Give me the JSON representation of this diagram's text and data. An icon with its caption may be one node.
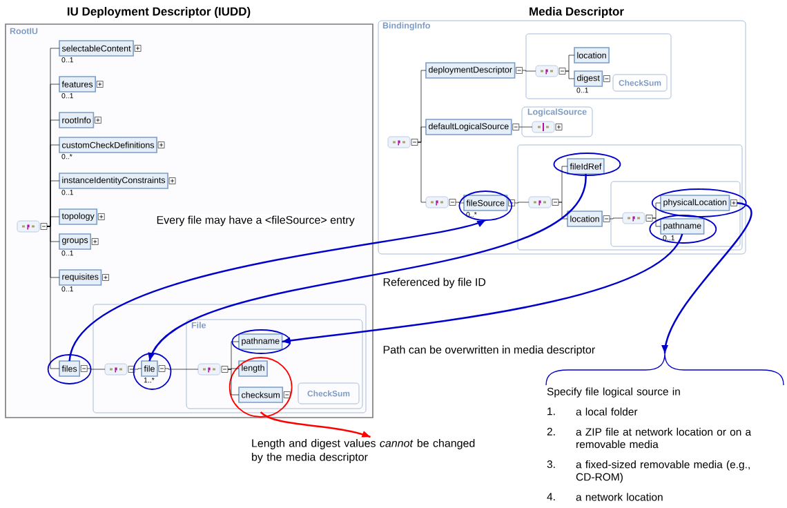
{
  "diagram": {
    "nodes": [
      {
        "text": [
          "IU Deployment Descriptor (IUDD)",
          "RootIU"
        ]
      },
      {
        "text": [],
        "shape": "box",
        "in": 0
      },
      {
        "text": [
          "selectableContent"
        ],
        "beside": [
          "0..1"
        ],
        "in": 0
      },
      {
        "text": [
          "features"
        ],
        "beside": [
          "0..1"
        ],
        "in": 0
      },
      {
        "text": [
          "rootInfo"
        ],
        "in": 0
      },
      {
        "text": [
          "customCheckDefinitions"
        ],
        "beside": [
          "0..*"
        ],
        "in": 0
      },
      {
        "text": [
          "instanceIdentityConstraints"
        ],
        "beside": [
          "0..1"
        ],
        "in": 0
      },
      {
        "text": [
          "topology"
        ],
        "in": 0
      },
      {
        "text": [
          "groups"
        ],
        "beside": [
          "0..1"
        ],
        "in": 0
      },
      {
        "text": [
          "requisites"
        ],
        "beside": [
          "0..1"
        ],
        "in": 0
      },
      {
        "text": [],
        "shape": "box",
        "in": 0
      },
      {
        "text": [
          "files"
        ],
        "in": 0
      },
      {
        "text": [],
        "shape": "box",
        "in": 10
      },
      {
        "text": [
          "file"
        ],
        "beside": [
          "1..*"
        ],
        "in": 10
      },
      {
        "text": [
          "File"
        ],
        "in": 10
      },
      {
        "text": [],
        "shape": "box",
        "in": 14
      },
      {
        "text": [
          "pathname"
        ],
        "in": 14
      },
      {
        "text": [
          "length"
        ],
        "in": 14
      },
      {
        "text": [
          "checksum"
        ],
        "in": 14
      },
      {
        "text": [
          "CheckSum"
        ],
        "in": 14
      },
      {
        "text": [
          "Media Descriptor",
          "BindingInfo"
        ]
      },
      {
        "text": [],
        "shape": "box",
        "in": 20
      },
      {
        "text": [
          "deploymentDescriptor"
        ],
        "in": 20
      },
      {
        "text": [],
        "shape": "box",
        "in": 20
      },
      {
        "text": [],
        "shape": "box",
        "in": 23
      },
      {
        "text": [
          "location"
        ],
        "in": 23
      },
      {
        "text": [
          "digest"
        ],
        "beside": [
          "0..1"
        ],
        "in": 23
      },
      {
        "text": [
          "CheckSum"
        ],
        "in": 23
      },
      {
        "text": [
          "defaultLogicalSource"
        ],
        "in": 20
      },
      {
        "text": [
          "LogicalSource"
        ],
        "in": 20
      },
      {
        "text": [],
        "shape": "box",
        "in": 29
      },
      {
        "text": [],
        "shape": "box",
        "in": 20
      },
      {
        "text": [],
        "shape": "box",
        "in": 20
      },
      {
        "text": [
          "fileSource"
        ],
        "beside": [
          "0..*"
        ],
        "in": 20
      },
      {
        "text": [],
        "shape": "box",
        "in": 31
      },
      {
        "text": [
          "fileIdRef"
        ],
        "in": 31
      },
      {
        "text": [
          "location"
        ],
        "in": 31
      },
      {
        "text": [],
        "shape": "box",
        "in": 31
      },
      {
        "text": [],
        "shape": "box",
        "in": 37
      },
      {
        "text": [
          "physicalLocation"
        ],
        "in": 37
      },
      {
        "text": [
          "pathname"
        ],
        "beside": [
          "0..1"
        ],
        "in": 37
      },
      {
        "text": [
          "Length and digest values *cannot* be changed by the media descriptor"
        ]
      },
      {
        "text": [
          "Specify file logical source in",
          "1.",
          "a local folder",
          "2.",
          "a ZIP file at network location or on a removable media",
          "3.",
          "a fixed-sized removable media (e.g., CD-ROM)",
          "4.",
          "a network location"
        ]
      }
    ],
    "edges": [
      {
        "from": 1,
        "to": 2,
        "arrow": "none"
      },
      {
        "from": 1,
        "to": 3,
        "arrow": "none"
      },
      {
        "from": 1,
        "to": 4,
        "arrow": "none"
      },
      {
        "from": 1,
        "to": 5,
        "arrow": "none"
      },
      {
        "from": 1,
        "to": 6,
        "arrow": "none"
      },
      {
        "from": 1,
        "to": 7,
        "arrow": "none"
      },
      {
        "from": 1,
        "to": 8,
        "arrow": "none"
      },
      {
        "from": 1,
        "to": 9,
        "arrow": "none"
      },
      {
        "from": 1,
        "to": 11,
        "arrow": "none"
      },
      {
        "from": 11,
        "to": 12,
        "arrow": "none"
      },
      {
        "from": 12,
        "to": 13,
        "arrow": "none"
      },
      {
        "from": 13,
        "to": 15,
        "arrow": "none"
      },
      {
        "from": 15,
        "to": 16,
        "arrow": "none"
      },
      {
        "from": 15,
        "to": 17,
        "arrow": "none"
      },
      {
        "from": 15,
        "to": 18,
        "arrow": "none"
      },
      {
        "from": 21,
        "to": 22,
        "arrow": "none"
      },
      {
        "from": 21,
        "to": 28,
        "arrow": "none"
      },
      {
        "from": 21,
        "to": 32,
        "arrow": "none"
      },
      {
        "from": 22,
        "to": 24,
        "arrow": "none"
      },
      {
        "from": 24,
        "to": 25,
        "arrow": "none"
      },
      {
        "from": 24,
        "to": 26,
        "arrow": "none"
      },
      {
        "from": 28,
        "to": 30,
        "arrow": "none"
      },
      {
        "from": 32,
        "to": 33,
        "arrow": "none"
      },
      {
        "from": 33,
        "to": 34,
        "arrow": "none"
      },
      {
        "from": 34,
        "to": 35,
        "arrow": "none"
      },
      {
        "from": 34,
        "to": 36,
        "arrow": "none"
      },
      {
        "from": 36,
        "to": 38,
        "arrow": "none"
      },
      {
        "from": 38,
        "to": 39,
        "arrow": "none"
      },
      {
        "from": 38,
        "to": 40,
        "arrow": "none"
      },
      {
        "from": 11,
        "to": 33,
        "arrow": "to",
        "label": "Every file may have a <fileSource> entry",
        "style": "thick",
        "color": "#0000cc"
      },
      {
        "from": 35,
        "to": 13,
        "arrow": "to",
        "label": "Referenced by file ID",
        "style": "thick",
        "color": "#0000cc"
      },
      {
        "from": 40,
        "to": 16,
        "arrow": "to",
        "label": "Path can be overwritten in media descriptor",
        "style": "thick",
        "color": "#0000cc"
      },
      {
        "from": 39,
        "to": 42,
        "arrow": "to",
        "style": "thick",
        "color": "#0000cc"
      },
      {
        "from": 18,
        "to": 41,
        "arrow": "to",
        "style": "thick",
        "color": "#ff0000"
      }
    ]
  }
}
